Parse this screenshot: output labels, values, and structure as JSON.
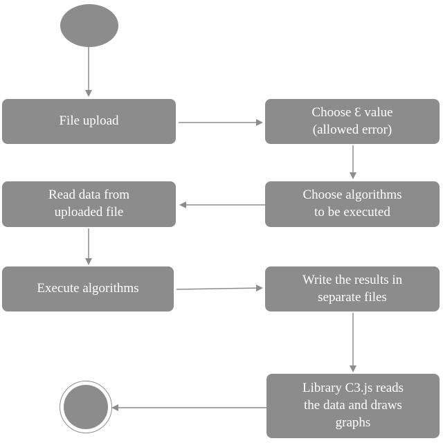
{
  "diagram": {
    "nodes": {
      "file_upload": "File upload",
      "choose_epsilon": "Choose Ɛ value\n(allowed error)",
      "choose_algorithms": "Choose algorithms\nto be executed",
      "read_data": "Read data from\nuploaded file",
      "execute_algorithms": "Execute algorithms",
      "write_results": "Write the results in\nseparate files",
      "library_c3": "Library C3.js reads\nthe data and draws\ngraphs"
    },
    "colors": {
      "node_fill": "#8c8c8c",
      "node_text": "#ffffff",
      "arrow": "#8c8c8c"
    }
  }
}
